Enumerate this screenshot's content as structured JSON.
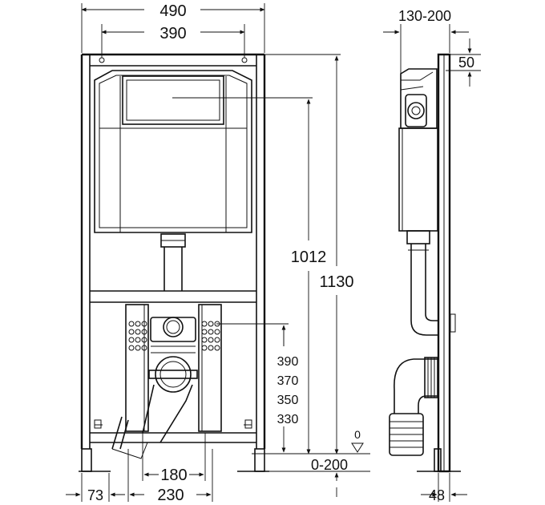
{
  "front_view": {
    "width_outer": "490",
    "width_inner": "390",
    "height_cistern": "1012",
    "height_total": "1130",
    "pipe_heights": [
      "390",
      "370",
      "350",
      "330"
    ],
    "drain_spacing": "180",
    "foot_width": "230",
    "side_offset": "73",
    "floor_adjust": "0-200",
    "floor_zero": "0"
  },
  "side_view": {
    "depth_range": "130-200",
    "top_offset": "50",
    "frame_depth": "48"
  }
}
